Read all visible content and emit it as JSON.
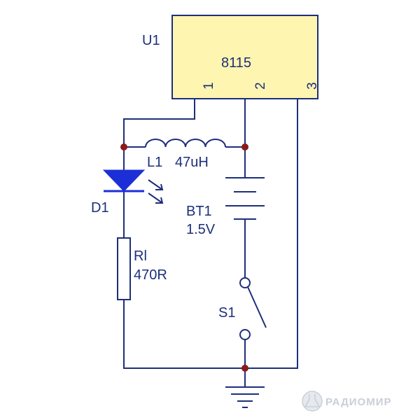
{
  "ic": {
    "ref": "U1",
    "part": "8115",
    "pins": [
      "1",
      "2",
      "3"
    ],
    "fill_color": "#fdf5b0"
  },
  "inductor": {
    "ref": "L1",
    "value": "47uH"
  },
  "led": {
    "ref": "D1",
    "color": "#1c2fd6"
  },
  "battery": {
    "ref": "BT1",
    "value": "1.5V"
  },
  "resistor": {
    "ref": "Rl",
    "value": "470R"
  },
  "switch": {
    "ref": "S1"
  },
  "watermark": {
    "text": "РАДИОМИР"
  },
  "colors": {
    "wire": "#1e2f7a",
    "junction": "#8b1a1a",
    "text": "#1e2f7a"
  },
  "icons": {
    "ground": "ground-icon",
    "led_light": "light-emission-icon",
    "watermark_logo": "flask-icon"
  }
}
